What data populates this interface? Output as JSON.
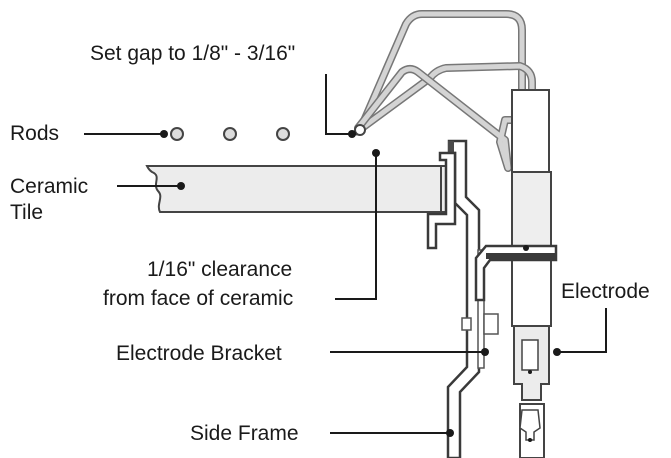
{
  "labels": {
    "gap": "Set gap to 1/8\" - 3/16\"",
    "rods": "Rods",
    "ceramic_line1": "Ceramic",
    "ceramic_line2": "Tile",
    "clearance_line1": "1/16\" clearance",
    "clearance_line2": "from face of ceramic",
    "electrode": "Electrode",
    "electrode_bracket": "Electrode Bracket",
    "side_frame": "Side Frame"
  }
}
